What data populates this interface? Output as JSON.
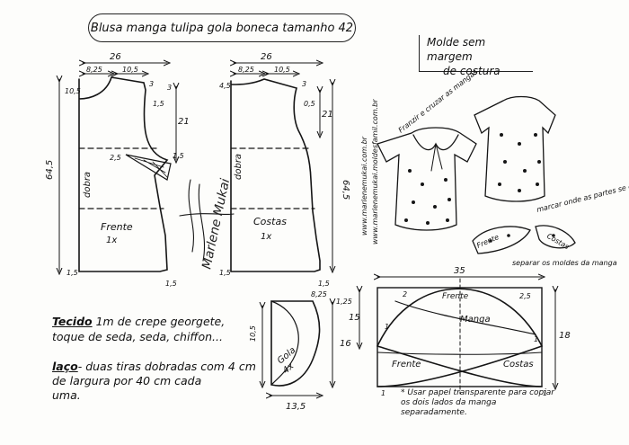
{
  "title": "Blusa manga tulipa gola boneca tamanho 42",
  "note": {
    "line1": "Molde sem margem",
    "line2": "de costura"
  },
  "front": {
    "label": "Frente",
    "count": "1x",
    "width": "26",
    "neck_w": "8,25",
    "shoulder_w": "10,5",
    "neck_drop": "10,5",
    "shoulder_drop": "3",
    "armhole_a": "1,5",
    "armhole_b": "3",
    "armhole_depth": "21",
    "dart": "2,5",
    "length": "64,5",
    "fold": "dobra",
    "hem_left": "1,5",
    "hem_right": "1,5",
    "waist_right": "1,5"
  },
  "back": {
    "label": "Costas",
    "count": "1x",
    "width": "26",
    "neck_w": "8,25",
    "shoulder_w": "10,5",
    "neck_drop": "4,5",
    "shoulder_drop": "3",
    "armhole_a": "0,5",
    "armhole_depth": "21",
    "length": "64,5",
    "fold": "dobra",
    "hem_left": "1,5",
    "hem_right": "1,5"
  },
  "collar": {
    "label": "Gola",
    "count": "4x",
    "w_top": "8,25",
    "w_side": "1,25",
    "h_left": "10,5",
    "h_right": "16",
    "bottom": "13,5"
  },
  "sleeve": {
    "label": "Manga",
    "width": "35",
    "height": "15",
    "height_right": "18",
    "top": "Frente",
    "front": "Frente",
    "back": "Costas",
    "d_left": "2",
    "d_right": "2,5",
    "d_small": "1",
    "d_small2": "1",
    "d_bot": "1",
    "d_bot2": "1"
  },
  "fabric": {
    "label": "Tecido",
    "text1": "1m  de crepe georgete,",
    "text2": "toque de seda, seda, chiffon..."
  },
  "tie": {
    "label": "laço",
    "text1": "- duas tiras dobradas com 4 cm",
    "text2": "de largura por 40 cm cada",
    "text3": "uma."
  },
  "website": {
    "line1": "www.marlenemukai.com.br",
    "line2": "www.marlenemukai.moldesfamil.com.br"
  },
  "annot": {
    "franzir": "Franzir e cruzar as mangas",
    "marcar": "marcar onde as partes se cruzarão",
    "separar": "separar os moldes da manga",
    "sleeve_front": "Frente",
    "sleeve_back": "Costas",
    "papel": "* Usar papel transparente para copiar os dois lados da manga separadamente."
  },
  "signature": "Marlene Mukai"
}
